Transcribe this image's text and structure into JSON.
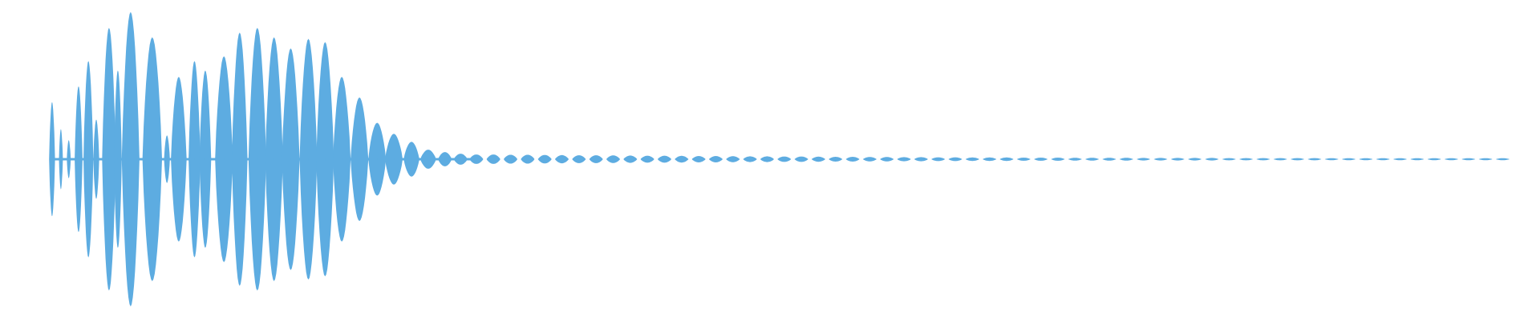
{
  "chart_data": {
    "type": "area",
    "description_kind": "audio-waveform",
    "title": "",
    "xlabel": "",
    "ylabel": "",
    "ylim": [
      -1,
      1
    ],
    "grid": false,
    "legend": "none",
    "color": "#5DACE1",
    "burst_peak_amplitudes": [
      0.36,
      0.19,
      0.12,
      0.46,
      0.62,
      0.25,
      0.83,
      0.56,
      0.93,
      0.77,
      0.15,
      0.52,
      0.62,
      0.56,
      0.65,
      0.8,
      0.83,
      0.77,
      0.7,
      0.76,
      0.74,
      0.52,
      0.39,
      0.23,
      0.16,
      0.11,
      0.06,
      0.045,
      0.035,
      0.03,
      0.03,
      0.028,
      0.028,
      0.027,
      0.026,
      0.025,
      0.025,
      0.024,
      0.023,
      0.022,
      0.022,
      0.021,
      0.02,
      0.02,
      0.019,
      0.018,
      0.018,
      0.017,
      0.017,
      0.016,
      0.015,
      0.015,
      0.014,
      0.014,
      0.013,
      0.013,
      0.012,
      0.012,
      0.011,
      0.011,
      0.011,
      0.01,
      0.01,
      0.01,
      0.009,
      0.009,
      0.009,
      0.009,
      0.008,
      0.008,
      0.008,
      0.008,
      0.008,
      0.007,
      0.007,
      0.007,
      0.007,
      0.007,
      0.007,
      0.006,
      0.006,
      0.006,
      0.006,
      0.006,
      0.006,
      0.006,
      0.006,
      0.006,
      0.005,
      0.005
    ]
  }
}
